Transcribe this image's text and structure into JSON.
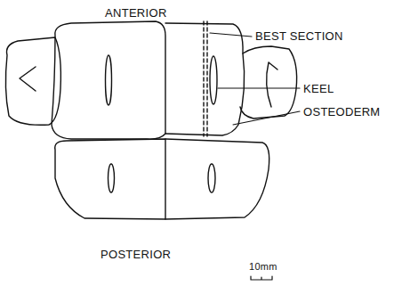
{
  "diagram": {
    "labels": [
      "ANTERIOR",
      "BEST SECTION",
      "KEEL",
      "OSTEODERM",
      "POSTERIOR",
      "10mm"
    ]
  }
}
